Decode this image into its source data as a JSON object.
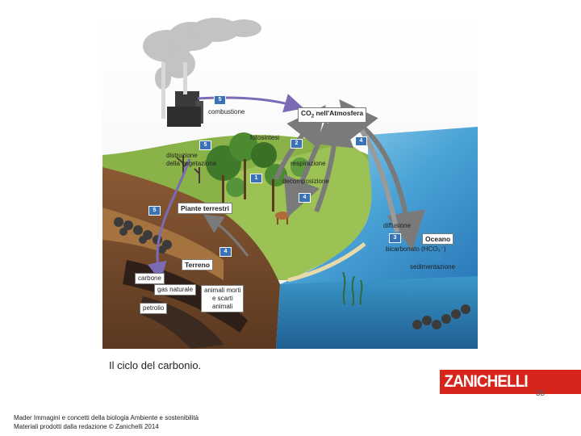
{
  "diagram": {
    "labels": {
      "combustione": "combustione",
      "co2_atmosfera_prefix": "CO",
      "co2_atmosfera_sub": "2",
      "co2_atmosfera_suffix": " nell'Atmosfera",
      "fotosintesi": "fotosintesi",
      "respirazione": "respirazione",
      "distruzione_line1": "distruzione",
      "distruzione_line2": "della vegetazione",
      "decomposizione": "decomposizione",
      "piante_terrestri": "Piante terrestri",
      "diffusione": "diffusione",
      "oceano": "Oceano",
      "bicarbonato": "bicarbonato (HCO₃⁻)",
      "sedimentazione": "sedimentazione",
      "terreno": "Terreno",
      "carbone": "carbone",
      "gas_naturale": "gas naturale",
      "petrolio": "petrolio",
      "animali_line1": "animali morti",
      "animali_line2": "e scarti",
      "animali_line3": "animali"
    },
    "numbers": {
      "n_combustione": "5",
      "n_distruzione": "5",
      "n_fotosintesi": "2",
      "n_decomp_1": "1",
      "n_decomp_4": "4",
      "n_ocean_4": "4",
      "n_diffusione": "3",
      "n_fossil": "5",
      "n_terreno": "4"
    }
  },
  "caption": "Il ciclo del carbonio.",
  "brand": "ZANICHELLI",
  "page_number": "35",
  "footer": {
    "line1": "Mader Immagini e concetti della biologia Ambiente e sostenibilità",
    "line2": "Materiali prodotti dalla redazione © Zanichelli 2014"
  },
  "colors": {
    "brand_red": "#d8251c",
    "ocean_blue": "#4aa3d6",
    "arrow_purple": "#7b6bb5",
    "arrow_gray": "#8a8a8a",
    "grass_green": "#7aa83a"
  }
}
